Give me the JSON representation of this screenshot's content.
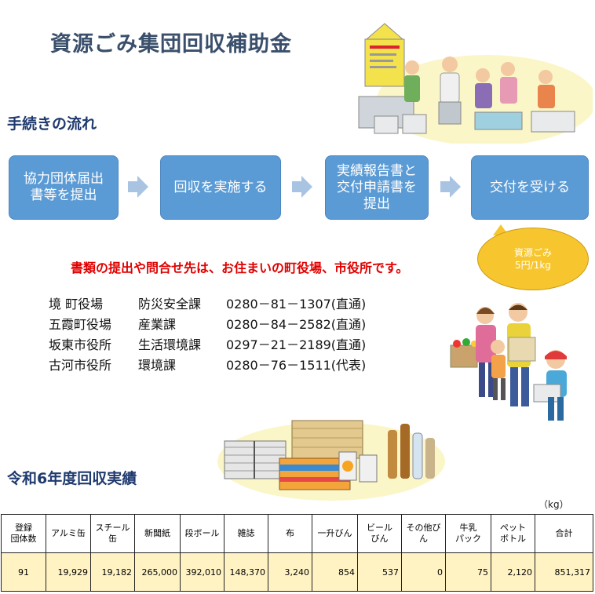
{
  "title": "資源ごみ集団回収補助金",
  "procedure": {
    "heading": "手続きの流れ",
    "steps": [
      {
        "label": "協力団体届出書等を提出"
      },
      {
        "label": "回収を実施する"
      },
      {
        "label": "実績報告書と交付申請書を提出"
      },
      {
        "label": "交付を受ける"
      }
    ],
    "bubble": {
      "line1": "資源ごみ",
      "line2": "5円/1kg"
    }
  },
  "notice": "書類の提出や問合せ先は、お住まいの町役場、市役所です。",
  "contacts": [
    {
      "office": "境 町役場",
      "dept": "防災安全課",
      "phone": "0280－81－1307(直通)"
    },
    {
      "office": "五霞町役場",
      "dept": "産業課",
      "phone": "0280－84－2582(直通)"
    },
    {
      "office": "坂東市役所",
      "dept": "生活環境課",
      "phone": "0297－21－2189(直通)"
    },
    {
      "office": "古河市役所",
      "dept": "環境課",
      "phone": "0280－76－1511(代表)"
    }
  ],
  "results": {
    "heading": "令和6年度回収実績",
    "unit": "（kg）",
    "headers": [
      "登録\n団体数",
      "アルミ缶",
      "スチール\n缶",
      "新聞紙",
      "段ボール",
      "雑誌",
      "布",
      "一升びん",
      "ビール\nびん",
      "その他び\nん",
      "牛乳\nパック",
      "ペット\nボトル",
      "合計"
    ],
    "values": [
      "91",
      "19,929",
      "19,182",
      "265,000",
      "392,010",
      "148,370",
      "3,240",
      "854",
      "537",
      "0",
      "75",
      "2,120",
      "851,317"
    ]
  },
  "colors": {
    "flow_box": "#5b9bd5",
    "arrow": "#a9c4e2",
    "bubble": "#f7c62f",
    "notice": "#e00000",
    "row_highlight": "#fff3c4"
  }
}
